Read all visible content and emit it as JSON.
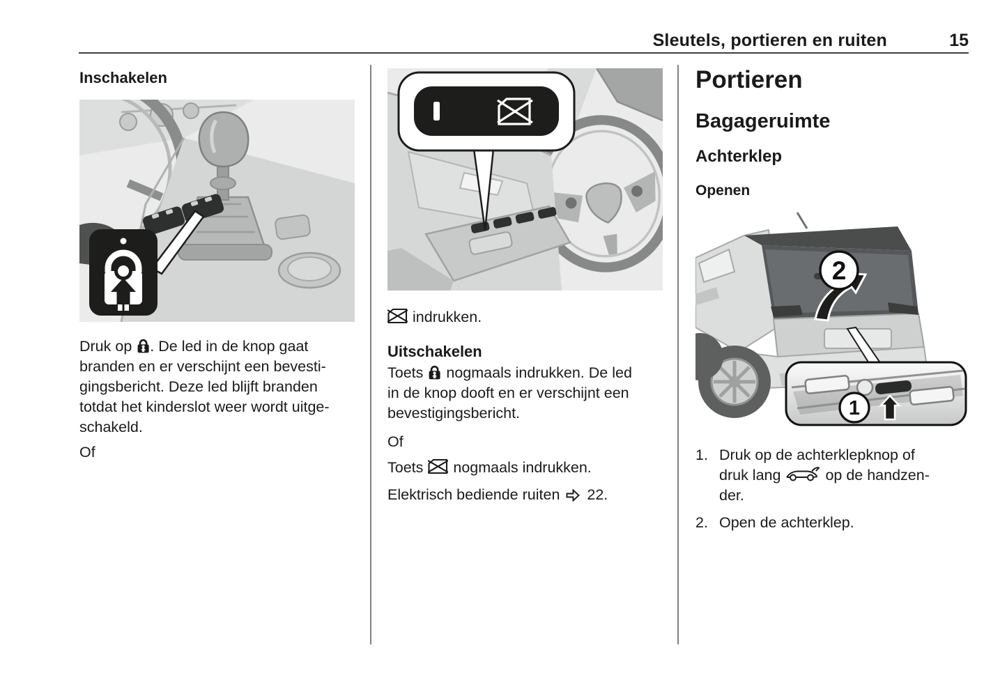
{
  "header": {
    "title": "Sleutels, portieren en ruiten",
    "page_number": "15"
  },
  "colors": {
    "text": "#1a1a1a",
    "header_rule": "#3d3f3e",
    "column_divider": "#7e8180",
    "illustration_background": "#eaebea",
    "callout_black": "#1d1d1b"
  },
  "icons": {
    "child_lock": "child-lock-icon",
    "window_disable": "window-crossed-icon",
    "reference_arrow": "reference-arrow-icon",
    "tailgate_remote": "car-open-tailgate-icon",
    "led_indicator": "led-bar"
  },
  "col_inschakelen": {
    "heading": "Inschakelen",
    "line1_pre": "Druk op",
    "line1_post": ". De led in de knop gaat",
    "body_lines": [
      "branden en er verschijnt een bevesti-",
      "gingsbericht. Deze led blijft branden",
      "totdat het kinderslot weer wordt uitge-",
      "schakeld."
    ],
    "of_label": "Of"
  },
  "col_uitschakelen": {
    "indrukken_label": "indrukken.",
    "heading": "Uitschakelen",
    "line1_pre": "Toets",
    "line1_post": "nogmaals indrukken. De led",
    "body_lines": [
      "in de knop dooft en er verschijnt een",
      "bevestigingsbericht."
    ],
    "of_label": "Of",
    "toets2_pre": "Toets",
    "toets2_post": "nogmaals indrukken.",
    "ref_pre": "Elektrisch bediende ruiten",
    "ref_page": "22."
  },
  "col_portieren": {
    "title": "Portieren",
    "section": "Bagageruimte",
    "subsection": "Achterklep",
    "subsubsection": "Openen",
    "image_callouts": {
      "tailgate_step": "2",
      "button_step": "1"
    },
    "list": [
      {
        "num": "1.",
        "line1": "Druk op de achterklepknop of",
        "line2_pre": "druk lang",
        "line2_post": "op de handzen-",
        "line3": "der."
      },
      {
        "num": "2.",
        "text": "Open de achterklep."
      }
    ]
  }
}
